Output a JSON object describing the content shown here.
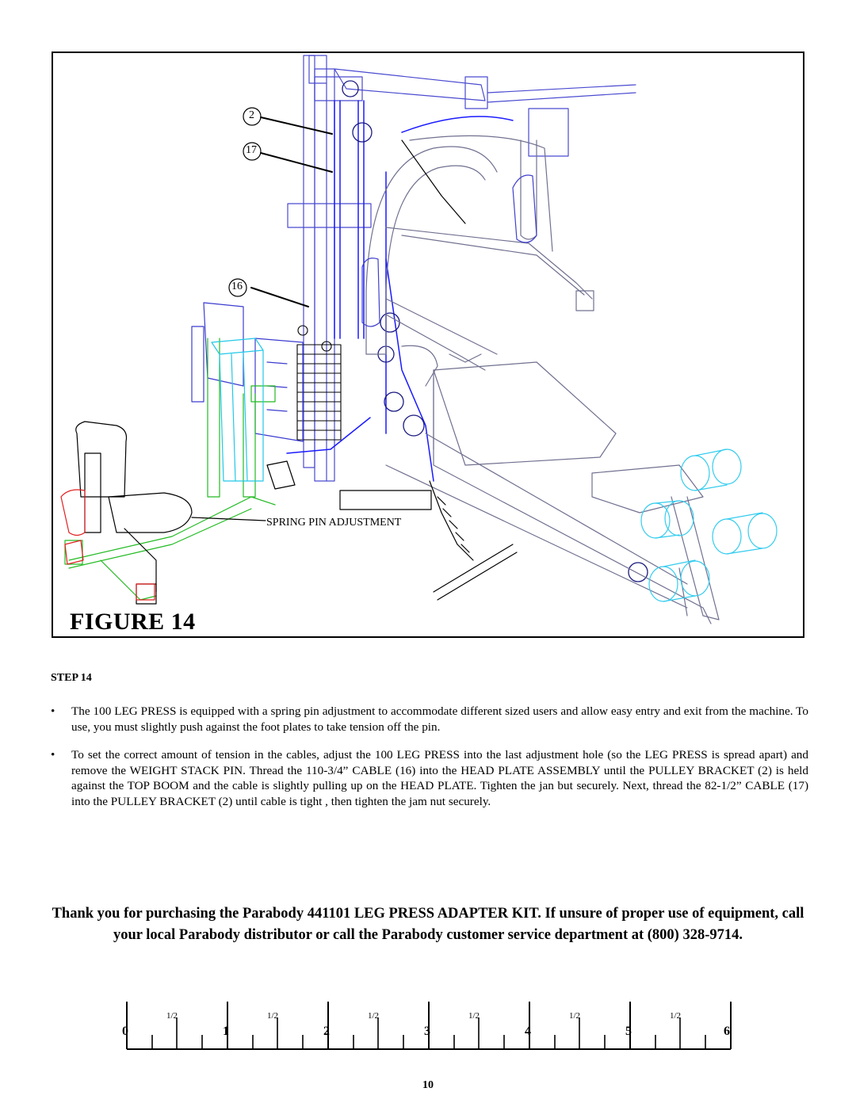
{
  "figure": {
    "label": "FIGURE 14",
    "callouts": [
      "2",
      "17",
      "16"
    ],
    "spring_label": "SPRING PIN ADJUSTMENT"
  },
  "step": {
    "heading": "STEP 14",
    "bullets": [
      "The 100 LEG PRESS is equipped with a spring pin adjustment to accommodate different sized users and allow easy entry and exit from the machine. To use, you must slightly push against the foot plates to take tension off the pin.",
      "To set the correct amount of tension in the cables, adjust the 100 LEG PRESS into the last adjustment hole (so the LEG PRESS is spread apart) and remove the WEIGHT STACK PIN. Thread the 110-3/4” CABLE (16) into the HEAD PLATE ASSEMBLY until the PULLEY BRACKET (2) is held against the TOP BOOM and the cable is slightly pulling up on the HEAD PLATE. Tighten the jan but securely. Next, thread the 82-1/2” CABLE (17) into the PULLEY BRACKET (2) until cable is tight , then tighten the jam nut securely."
    ],
    "bullet_symbol": "•"
  },
  "thanks": "Thank you for purchasing the Parabody 441101 LEG PRESS ADAPTER KIT. If unsure of proper use of equipment, call your local Parabody distributor or call the Parabody customer service department at (800) 328-9714.",
  "ruler": {
    "numbers": [
      "0",
      "1",
      "2",
      "3",
      "4",
      "5",
      "6"
    ],
    "half_label": "1/2"
  },
  "page_number": "10",
  "colors": {
    "outline": "#000000",
    "cable_blue": "#1a1aff",
    "frame_gray": "#6b6b8a",
    "leg_green": "#22bb22",
    "leg_cyan": "#22c8e8",
    "leg_red": "#e02020",
    "pad_cyan": "#33ccee"
  }
}
